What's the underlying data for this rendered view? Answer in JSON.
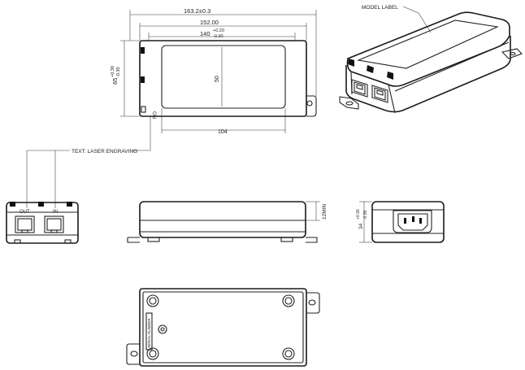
{
  "drawing": {
    "top_view": {
      "dim_overall_length": "163.2±0.3",
      "dim_body_length": "152.00",
      "dim_label_length": "140",
      "dim_label_length_tol_plus": "+0.20",
      "dim_label_length_tol_minus": "-0.30",
      "dim_width": "65",
      "dim_width_tol_plus": "+0.30",
      "dim_width_tol_minus": "-0.30",
      "dim_label_width": "50",
      "dim_label_offset": "104",
      "port_side_mark": "ON"
    },
    "end_view_ports": {
      "port_out_label": "OUT",
      "port_in_label": "IN"
    },
    "side_view": {
      "dim_height": "12MIN"
    },
    "end_view_power": {
      "dim_height": "34",
      "dim_height_tol_plus": "+0.30",
      "dim_height_tol_minus": "-0.30"
    },
    "bottom_view": {
      "engraving_text": "SERIAL NUMBER"
    },
    "callouts": {
      "model_label": "MODEL LABEL",
      "laser_engraving": "TEXT: LASER ENGRAVING"
    }
  }
}
